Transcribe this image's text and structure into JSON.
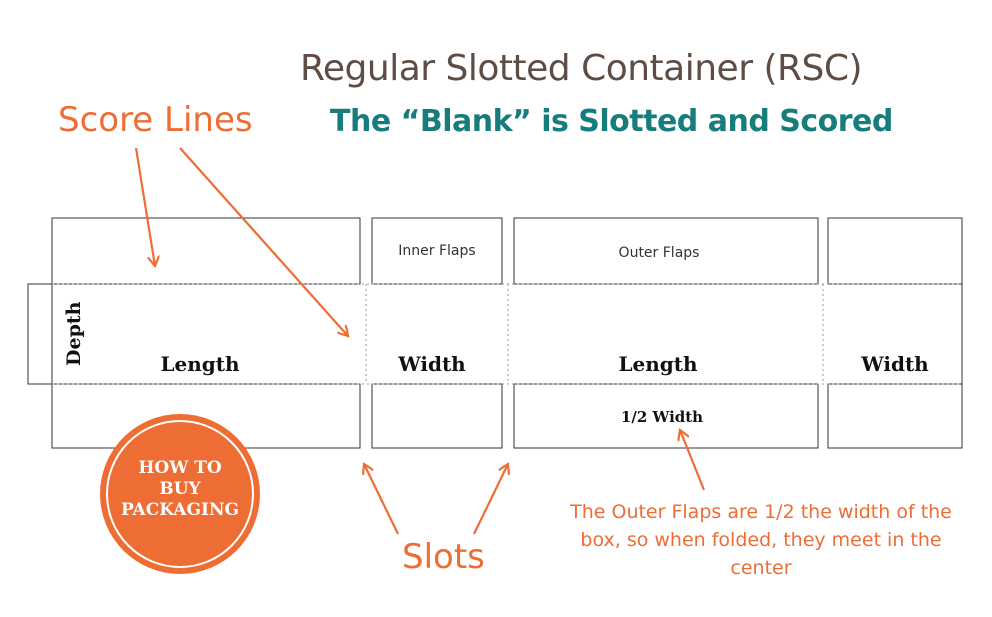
{
  "header": {
    "title": "Regular Slotted Container (RSC)",
    "subtitle": "The “Blank” is Slotted and Scored"
  },
  "callouts": {
    "score_lines": "Score Lines",
    "slots": "Slots",
    "outer_flap_note": "The Outer Flaps are 1/2 the width of the box, so when folded, they meet in the center"
  },
  "blank": {
    "depth_label": "Depth",
    "panels": [
      "Length",
      "Width",
      "Length",
      "Width"
    ],
    "inner_flaps_label": "Inner Flaps",
    "outer_flaps_label": "Outer Flaps",
    "half_width_label": "1/2 Width"
  },
  "logo": {
    "text": "HOW TO\nBUY\nPACKAGING"
  },
  "colors": {
    "accent": "#ee6d34",
    "title": "#5e4d45",
    "subtitle": "#167c7c",
    "line": "#333333"
  }
}
